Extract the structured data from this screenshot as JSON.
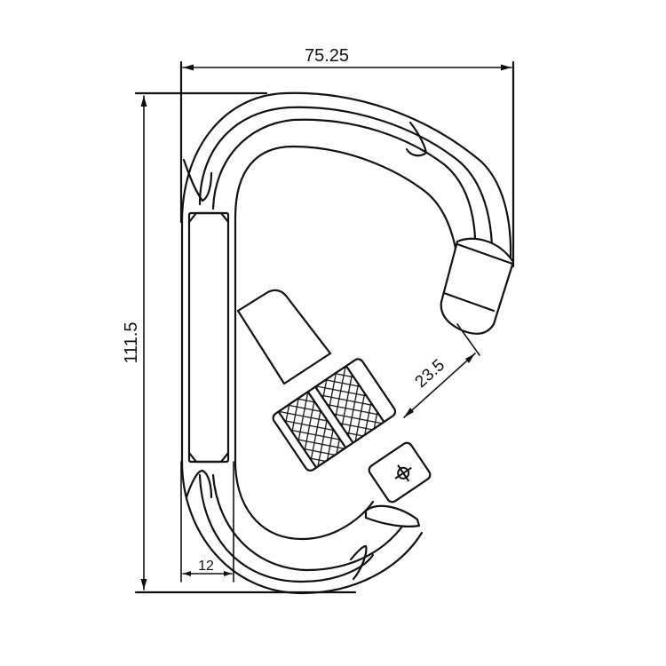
{
  "drawing": {
    "subject": "screw-lock D-shape carabiner technical drawing",
    "units": "mm",
    "line_color": "#111111",
    "background": "#ffffff"
  },
  "dimensions": {
    "width": {
      "label": "75.25",
      "orientation": "horizontal"
    },
    "height": {
      "label": "111.5",
      "orientation": "vertical"
    },
    "gate_opening": {
      "label": "23.5",
      "orientation": "diagonal"
    },
    "spine_width": {
      "label": "12",
      "orientation": "horizontal"
    }
  },
  "features": {
    "gate_sleeve": "knurled screw-lock sleeve",
    "gate_pin_marker": "crosshair-circle",
    "spine": "straight spine bar"
  }
}
